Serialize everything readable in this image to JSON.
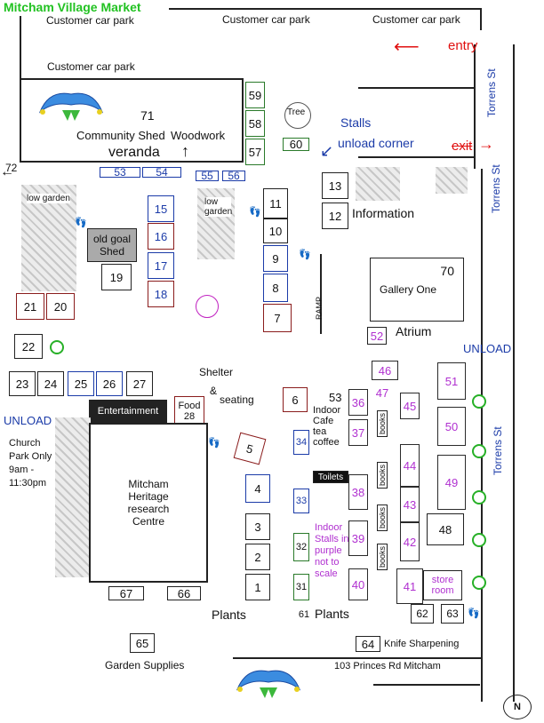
{
  "title": "Mitcham Village Market",
  "car_park": "Customer car park",
  "labels": {
    "entry": "entry",
    "exit": "exit",
    "stalls": "Stalls",
    "unload_corner": "unload corner",
    "torrens_st": "Torrens St",
    "unload": "UNLOAD",
    "low_garden": "low garden",
    "veranda": "veranda",
    "community_shed": "Community Shed",
    "woodwork": "Woodwork",
    "tree": "Tree",
    "old_goal_shed": "old goal Shed",
    "information": "Information",
    "gallery_one": "Gallery One",
    "atrium": "Atrium",
    "ramp": "RAMP",
    "entertainment": "Entertainment",
    "food": "Food",
    "shelter": "Shelter",
    "amp": "&",
    "seating": "seating",
    "indoor_cafe": "Indoor Cafe tea coffee",
    "toilets": "Toilets",
    "indoor_note": "Indoor Stalls in purple not to scale",
    "books": "books",
    "store_room": "store room",
    "church_park": "Church Park Only 9am - 11:30pm",
    "heritage": "Mitcham Heritage research Centre",
    "plants": "Plants",
    "garden_supplies": "Garden Supplies",
    "knife": "Knife Sharpening",
    "address": "103 Princes Rd Mitcham",
    "north": "N",
    "left_arrow_72": "72"
  },
  "stalls": {
    "s1": "1",
    "s2": "2",
    "s3": "3",
    "s4": "4",
    "s5": "5",
    "s6": "6",
    "s7": "7",
    "s8": "8",
    "s9": "9",
    "s10": "10",
    "s11": "11",
    "s12": "12",
    "s13": "13",
    "s15": "15",
    "s16": "16",
    "s17": "17",
    "s18": "18",
    "s19": "19",
    "s20": "20",
    "s21": "21",
    "s22": "22",
    "s23": "23",
    "s24": "24",
    "s25": "25",
    "s26": "26",
    "s27": "27",
    "s28": "28",
    "s31": "31",
    "s32": "32",
    "s33": "33",
    "s34": "34",
    "s36": "36",
    "s37": "37",
    "s38": "38",
    "s39": "39",
    "s40": "40",
    "s41": "41",
    "s42": "42",
    "s43": "43",
    "s44": "44",
    "s45": "45",
    "s46": "46",
    "s47": "47",
    "s48": "48",
    "s49": "49",
    "s50": "50",
    "s51": "51",
    "s52": "52",
    "s53": "53",
    "s53b": "53",
    "s54": "54",
    "s55": "55",
    "s56": "56",
    "s57": "57",
    "s58": "58",
    "s59": "59",
    "s60": "60",
    "s61": "61",
    "s62": "62",
    "s63": "63",
    "s64": "64",
    "s65": "65",
    "s66": "66",
    "s67": "67",
    "s70": "70",
    "s71": "71"
  },
  "colors": {
    "title_green": "#22c222",
    "entry_red": "#e01010",
    "stall_blue": "#1b3ba8",
    "indoor_purple": "#b030d0",
    "green_marker": "#27b027"
  }
}
